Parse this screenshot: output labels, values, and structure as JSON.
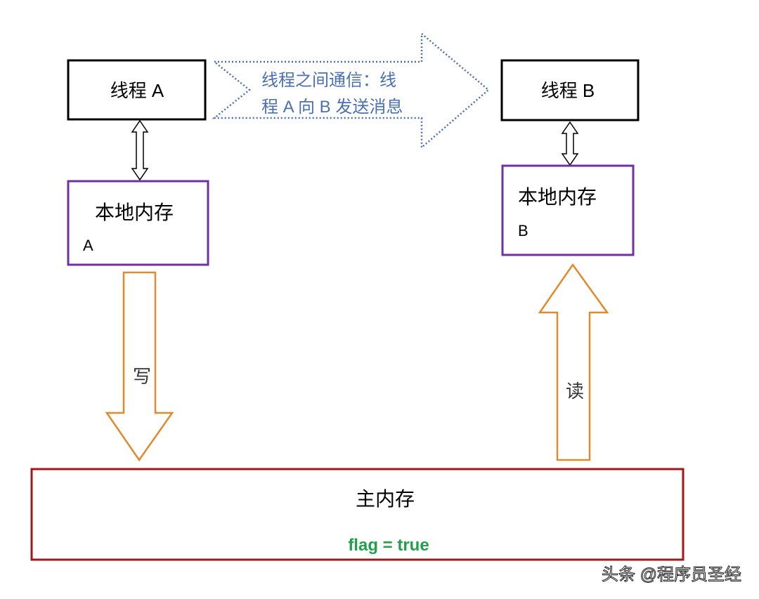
{
  "thread_a": {
    "label": "线程 A"
  },
  "thread_b": {
    "label": "线程 B"
  },
  "message_arrow": {
    "line1": "线程之间通信：线",
    "line2": "程 A 向 B 发送消息"
  },
  "local_memory_a": {
    "label": "本地内存",
    "suffix": "A"
  },
  "local_memory_b": {
    "label": "本地内存",
    "suffix": "B"
  },
  "write_arrow": {
    "label": "写"
  },
  "read_arrow": {
    "label": "读"
  },
  "main_memory": {
    "label": "主内存",
    "value": "flag = true"
  },
  "watermark": "头条 @程序员圣经",
  "colors": {
    "thread_border": "#000000",
    "local_border": "#7030a0",
    "main_border": "#a01818",
    "arrow_orange": "#e08a2c",
    "message_blue": "#4a6fb5",
    "flag_green": "#22a04b"
  }
}
